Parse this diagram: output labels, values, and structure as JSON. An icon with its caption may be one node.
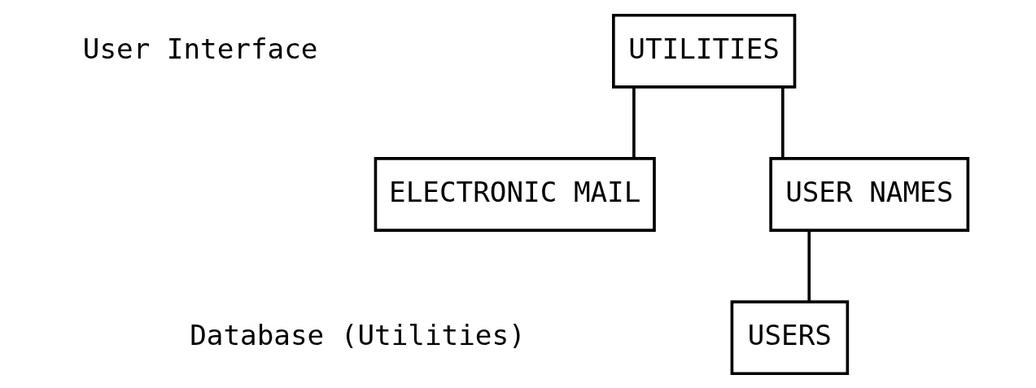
{
  "diagram": {
    "nodes": [
      {
        "text": [
          "UTILITIES"
        ]
      },
      {
        "text": [
          "USER NAMES"
        ]
      },
      {
        "text": [
          "ELECTRONIC MAIL"
        ]
      },
      {
        "text": [
          "USERS"
        ]
      }
    ],
    "edges": [
      {
        "from": 0,
        "to": 1,
        "arrow": "none"
      },
      {
        "from": 0,
        "to": 2,
        "arrow": "none"
      },
      {
        "from": 1,
        "to": 3,
        "arrow": "none"
      }
    ],
    "labels": [
      "User Interface",
      "Database (Utilities)"
    ]
  }
}
